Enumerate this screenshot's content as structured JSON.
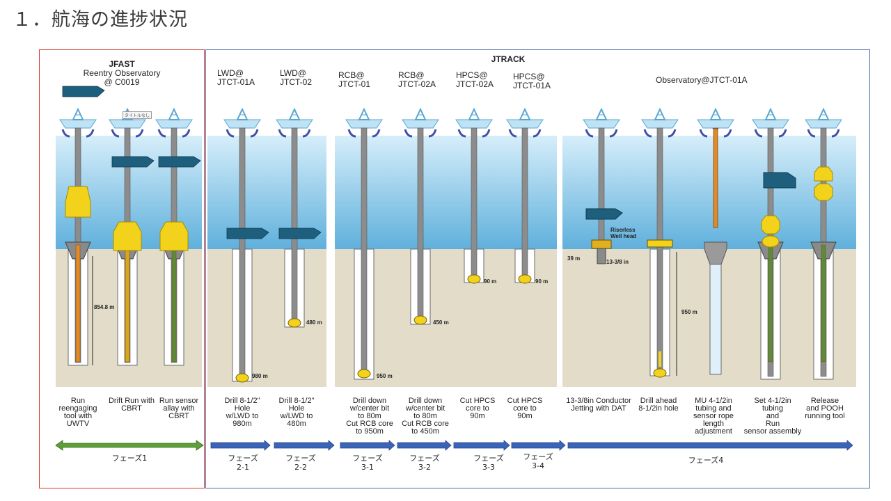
{
  "title": "１．航海の進捗状況",
  "tooltip": "タイトルなし",
  "jfast": {
    "title": "JFAST",
    "subtitle": "Reentry Observatory\n@ C0019"
  },
  "jtrack": {
    "title": "JTRACK"
  },
  "site_labels": [
    {
      "text": "LWD@\nJTCT-01A"
    },
    {
      "text": "LWD@\nJTCT-02"
    },
    {
      "text": "RCB@\nJTCT-01"
    },
    {
      "text": "RCB@\nJTCT-02A"
    },
    {
      "text": "HPCS@\nJTCT-02A"
    },
    {
      "text": "HPCS@\nJTCT-01A"
    },
    {
      "text": "Observatory@JTCT-01A"
    }
  ],
  "steps": [
    {
      "caption": "Run\nreengaging\ntool with\nUWTV",
      "depth_label": "854.8 m"
    },
    {
      "caption": "Drift Run with\nCBRT",
      "depth_label": ""
    },
    {
      "caption": "Run sensor\nallay with\nCBRT",
      "depth_label": ""
    },
    {
      "caption": "Drill 8-1/2\"\nHole\nw/LWD to\n980m",
      "depth_label": "980 m"
    },
    {
      "caption": "Drill 8-1/2\"\nHole\nw/LWD to\n480m",
      "depth_label": "480 m"
    },
    {
      "caption": "Drill down\nw/center bit\nto 80m\nCut RCB core\nto 950m",
      "depth_label": "950 m"
    },
    {
      "caption": "Drill down\nw/center bit\nto 80m\nCut RCB core\nto 450m",
      "depth_label": "450 m"
    },
    {
      "caption": "Cut HPCS\ncore to\n90m",
      "depth_label": "90 m"
    },
    {
      "caption": "Cut HPCS\ncore to\n90m",
      "depth_label": "90 m"
    },
    {
      "caption": "13-3/8in Conductor\nJetting with DAT",
      "depth_label": ""
    },
    {
      "caption": "Drill ahead\n8-1/2in hole",
      "depth_label": "950 m"
    },
    {
      "caption": "MU 4-1/2in\ntubing and\nsensor rope\nlength\nadjustment",
      "depth_label": ""
    },
    {
      "caption": "Set 4-1/2in\ntubing\nand\nRun\nsensor assembly",
      "depth_label": ""
    },
    {
      "caption": "Release\nand POOH\nrunning tool",
      "depth_label": ""
    }
  ],
  "annotations": {
    "riserless": "Riserless\nWell head",
    "conductor_depth": "39 m",
    "casing": "13-3/8 in"
  },
  "phases": [
    {
      "label": "フェーズ1",
      "color": "#5da03a"
    },
    {
      "label": "フェーズ\n2-1",
      "color": "#3b63b8"
    },
    {
      "label": "フェーズ\n2-2",
      "color": "#3b63b8"
    },
    {
      "label": "フェーズ\n3-1",
      "color": "#3b63b8"
    },
    {
      "label": "フェーズ\n3-2",
      "color": "#3b63b8"
    },
    {
      "label": "フェーズ\n3-3",
      "color": "#3b63b8"
    },
    {
      "label": "フェーズ\n3-4",
      "color": "#3b63b8"
    },
    {
      "label": "フェーズ4",
      "color": "#3b63b8"
    }
  ],
  "colors": {
    "sea_top": "#d6eefa",
    "sea_bottom": "#5fb0dc",
    "seabed": "#e2dcc8",
    "pipe": "#8c8c8c",
    "tool_blue": "#1e5f7e",
    "yellow": "#f2d21a",
    "orange": "#e08a2a",
    "frame_red": "#d9342b",
    "frame_blue": "#4a6fa5"
  }
}
